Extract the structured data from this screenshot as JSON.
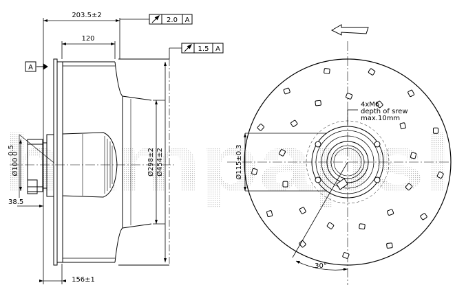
{
  "watermark": {
    "text": "hampapsl"
  },
  "side_view": {
    "overall_length": "203.5±2",
    "inlet_length": "120",
    "base_length": "156±1",
    "motor_offset": "38.5",
    "datum_label": "A",
    "diameter_inner": "Ø298±2",
    "diameter_outer": "Ø454±2",
    "motor_diameter": "Ø100",
    "motor_tolerance_upper": "0.5",
    "motor_tolerance_lower": "0"
  },
  "tolerance_frames": [
    {
      "symbol": "circular-runout",
      "value": "2.0",
      "datum": "A"
    },
    {
      "symbol": "circular-runout",
      "value": "1.5",
      "datum": "A"
    }
  ],
  "front_view": {
    "hole_note": [
      "4xM6",
      "depth of srew",
      "max.10mm"
    ],
    "hub_diameter": "Ø115±0.3",
    "angle": "30°",
    "rotation_direction": "counter-clockwise"
  }
}
